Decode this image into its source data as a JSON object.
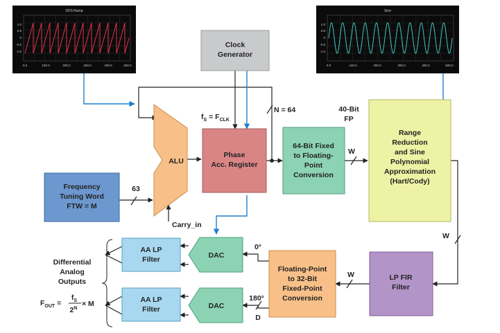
{
  "colors": {
    "alu": "#f8c088",
    "phase_acc": "#d98585",
    "green": "#8cd3b4",
    "range": "#eef2a4",
    "ftw": "#6d97cf",
    "aa_filter": "#a8d8f0",
    "fir": "#b394c8",
    "conversion": "#f8c088",
    "signal_line": "#1e7fd0",
    "scope_bg": "#0b0b0b",
    "ramp_trace": "#e0324a",
    "sine_trace": "#40c8c0"
  },
  "scopes": {
    "ramp": {
      "title": "DDS Ramp",
      "y_ticks": [
        "1.0",
        "0.5",
        "0",
        "-0.5",
        "-1.0"
      ],
      "x_ticks": [
        "0.0",
        "100.0",
        "200.0",
        "300.0",
        "400.0",
        "500.0"
      ]
    },
    "sine": {
      "title": "Sine",
      "y_ticks": [
        "1.0",
        "0.5",
        "0",
        "-0.5",
        "-1.0"
      ],
      "x_ticks": [
        "0.0",
        "100.0",
        "200.0",
        "300.0",
        "400.0",
        "500.0"
      ]
    }
  },
  "blocks": {
    "clock_generator": [
      "Clock",
      "Generator"
    ],
    "alu": "ALU",
    "phase_acc": [
      "Phase",
      "Acc. Register"
    ],
    "fixed_to_float": [
      "64-Bit Fixed",
      "to Floating-",
      "Point",
      "Conversion"
    ],
    "range_reduction": [
      "Range",
      "Reduction",
      "and Sine",
      "Polynomial",
      "Approximation",
      "(Hart/Cody)"
    ],
    "ftw": [
      "Frequency",
      "Tuning Word",
      "FTW = M"
    ],
    "aa_filter_top": [
      "AA LP",
      "Filter"
    ],
    "aa_filter_bottom": [
      "AA LP",
      "Filter"
    ],
    "dac_top": "DAC",
    "dac_bottom": "DAC",
    "float_to_fixed": [
      "Floating-Point",
      "to 32-Bit",
      "Fixed-Point",
      "Conversion"
    ],
    "lp_fir": [
      "LP FIR",
      "Filter"
    ]
  },
  "labels": {
    "fs_main": "f",
    "fs_sub": "S",
    "fs_eq": " = F",
    "fs_clk": "CLK",
    "n_bits": "N = 64",
    "fp_bits": [
      "40-Bit",
      "FP"
    ],
    "w_top": "W",
    "w_right": "W",
    "w_bottom": "W",
    "ftw_bits": "63",
    "carry_in": "Carry_in",
    "phase_0": "0°",
    "phase_180": "180°",
    "d_label": "D",
    "outputs": [
      "Differential",
      "Analog",
      "Outputs"
    ],
    "fout_main": "F",
    "fout_sub": "OUT",
    "fout_eq": " = ",
    "frac_num_main": "f",
    "frac_num_sub": "S",
    "frac_den_main": "2",
    "frac_den_sup": "N",
    "fout_tail": " × M"
  }
}
